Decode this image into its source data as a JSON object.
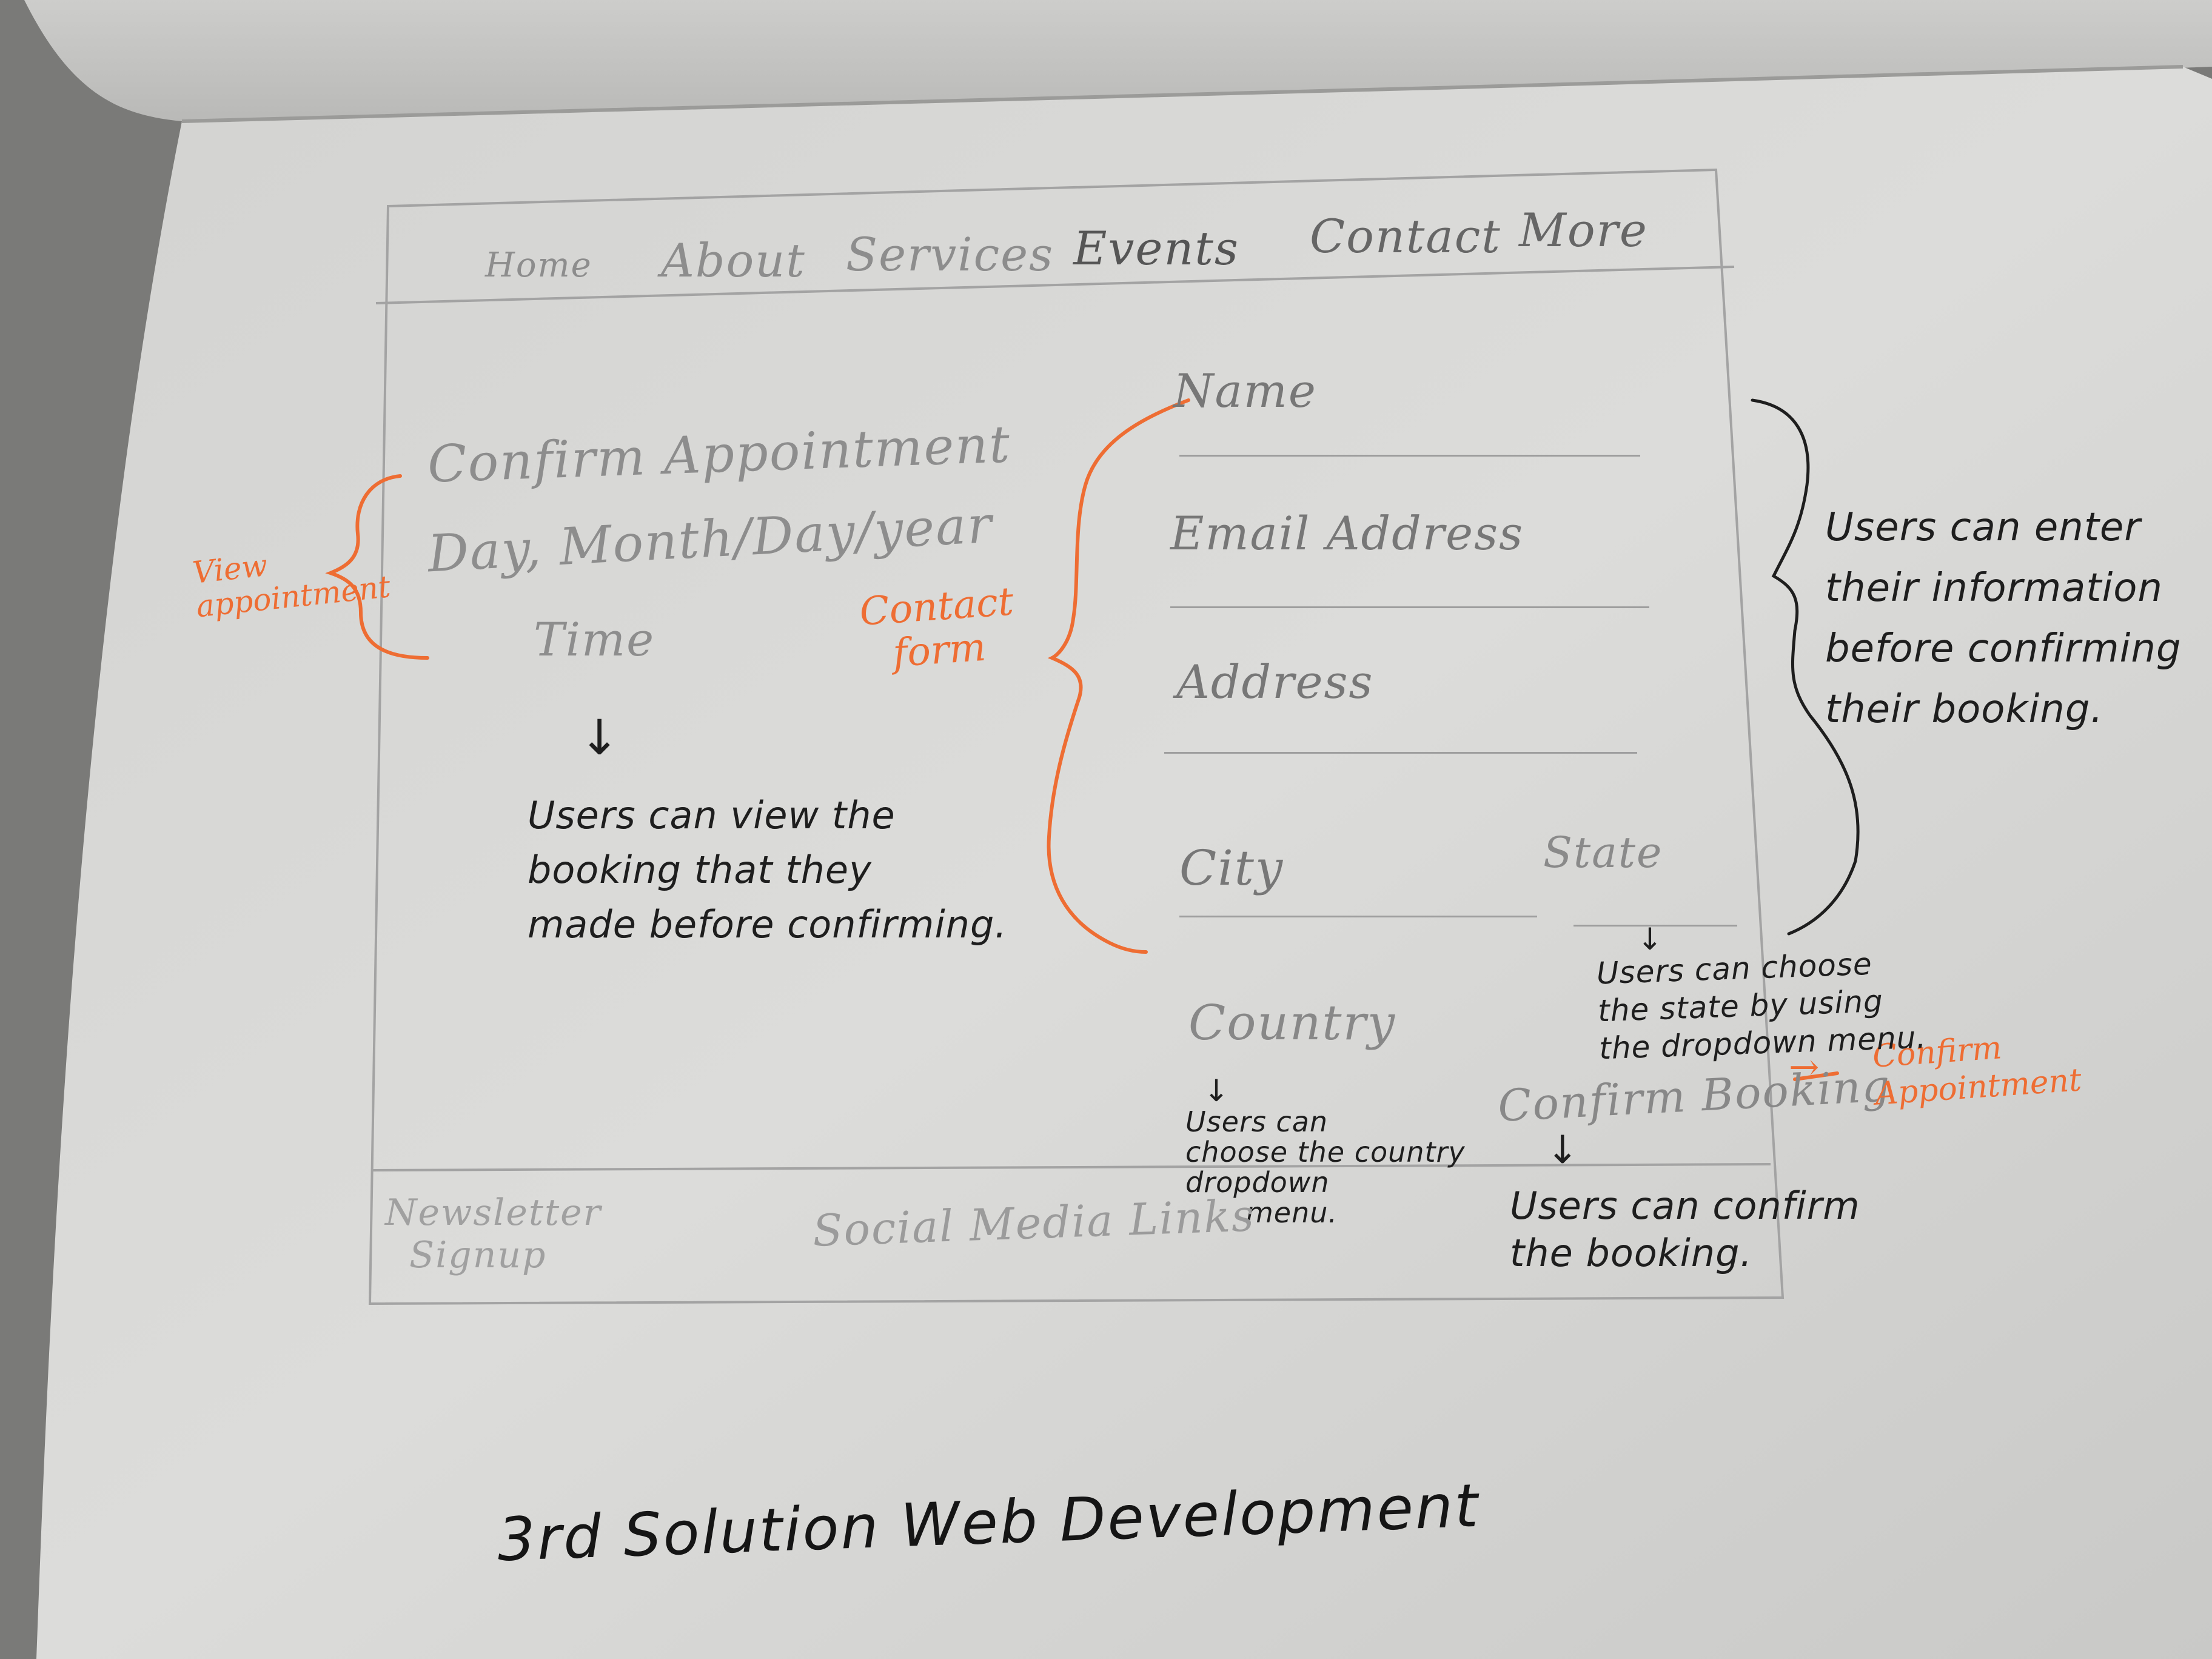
{
  "nav": {
    "items": [
      "Home",
      "About",
      "Services",
      "Events",
      "Contact",
      "More"
    ]
  },
  "appointment": {
    "title": "Confirm Appointment",
    "date_line": "Day, Month/Day/year",
    "time_label": "Time",
    "arrow": "↓",
    "note_lines": [
      "Users can view the",
      "booking that they",
      "made before confirming."
    ],
    "side_label_lines": [
      "View",
      "appointment"
    ]
  },
  "contact_form": {
    "side_label_lines": [
      "Contact",
      "form"
    ],
    "fields": {
      "name": "Name",
      "email": "Email Address",
      "address": "Address",
      "city": "City",
      "state": "State",
      "country": "Country"
    },
    "confirm_button": "Confirm Booking",
    "confirm_arrow": "→",
    "confirm_label_lines": [
      "Confirm",
      "Appointment"
    ],
    "right_note_lines": [
      "Users can enter",
      "their information",
      "before confirming",
      "their booking."
    ],
    "state_arrow": "↓",
    "state_note_lines": [
      "Users can choose",
      "the state by using",
      "the dropdown menu."
    ],
    "country_arrow": "↓",
    "country_note_lines": [
      "Users can",
      "choose the country",
      "dropdown",
      "menu."
    ],
    "confirm_note_arrow": "↓",
    "confirm_note_lines": [
      "Users can confirm",
      "the booking."
    ]
  },
  "footer": {
    "newsletter_lines": [
      "Newsletter",
      "Signup"
    ],
    "social_links": "Social Media Links"
  },
  "caption": "3rd Solution Web Development"
}
